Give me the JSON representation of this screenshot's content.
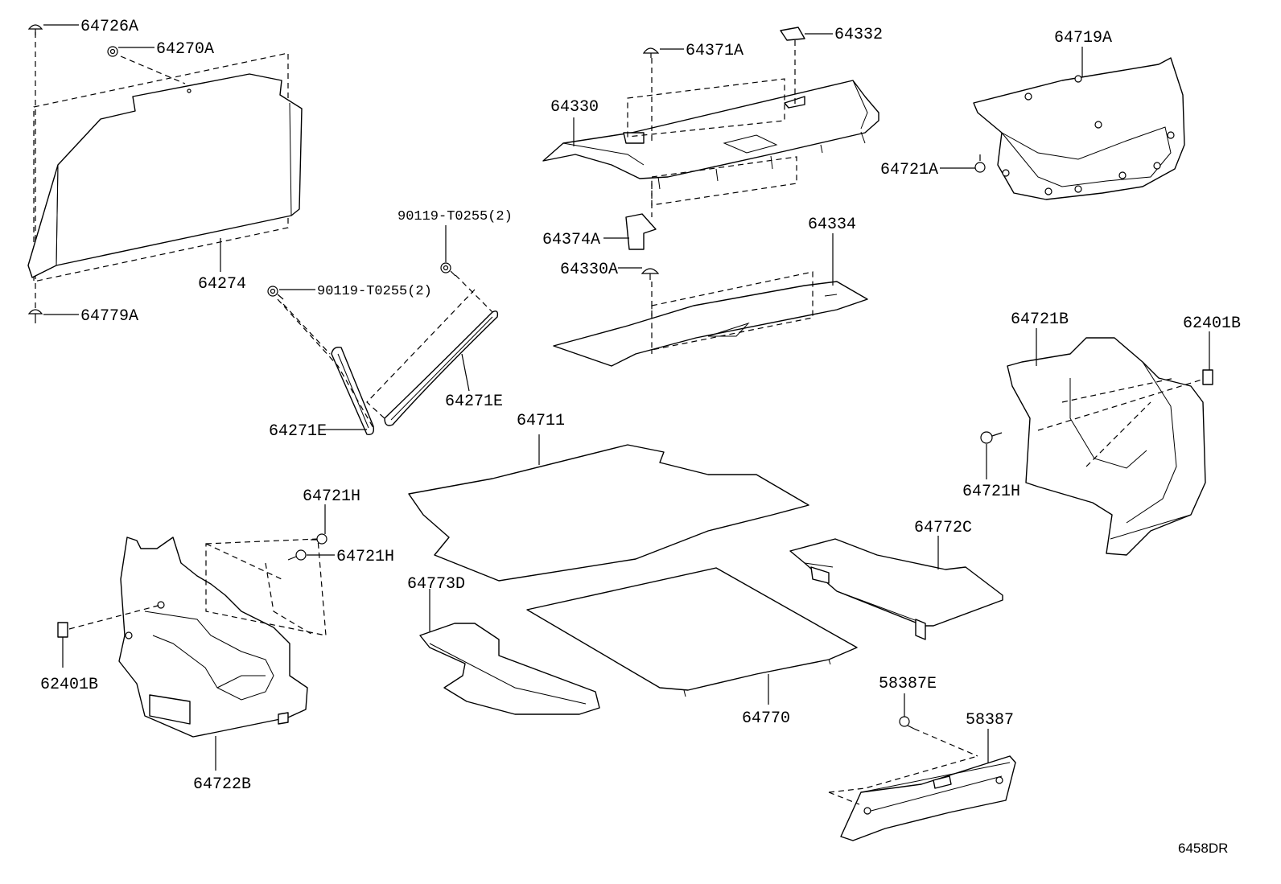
{
  "diagram": {
    "reference_code": "6458DR",
    "parts": [
      {
        "id": "p64726A",
        "label": "64726A"
      },
      {
        "id": "p64270A",
        "label": "64270A"
      },
      {
        "id": "p64274",
        "label": "64274"
      },
      {
        "id": "p64779A",
        "label": "64779A"
      },
      {
        "id": "p90119a",
        "label": "90119-T0255(2)"
      },
      {
        "id": "p90119b",
        "label": "90119-T0255(2)"
      },
      {
        "id": "p64271E_left",
        "label": "64271E"
      },
      {
        "id": "p64271E_right",
        "label": "64271E"
      },
      {
        "id": "p64371A",
        "label": "64371A"
      },
      {
        "id": "p64332",
        "label": "64332"
      },
      {
        "id": "p64330",
        "label": "64330"
      },
      {
        "id": "p64374A",
        "label": "64374A"
      },
      {
        "id": "p64330A",
        "label": "64330A"
      },
      {
        "id": "p64334",
        "label": "64334"
      },
      {
        "id": "p64719A",
        "label": "64719A"
      },
      {
        "id": "p64721A",
        "label": "64721A"
      },
      {
        "id": "p64721B",
        "label": "64721B"
      },
      {
        "id": "p62401B_right",
        "label": "62401B"
      },
      {
        "id": "p64721H_right",
        "label": "64721H"
      },
      {
        "id": "p64711",
        "label": "64711"
      },
      {
        "id": "p64721H_top",
        "label": "64721H"
      },
      {
        "id": "p64721H_mid",
        "label": "64721H"
      },
      {
        "id": "p62401B_left",
        "label": "62401B"
      },
      {
        "id": "p64722B",
        "label": "64722B"
      },
      {
        "id": "p64773D",
        "label": "64773D"
      },
      {
        "id": "p64770",
        "label": "64770"
      },
      {
        "id": "p64772C",
        "label": "64772C"
      },
      {
        "id": "p58387E",
        "label": "58387E"
      },
      {
        "id": "p58387",
        "label": "58387"
      }
    ]
  }
}
